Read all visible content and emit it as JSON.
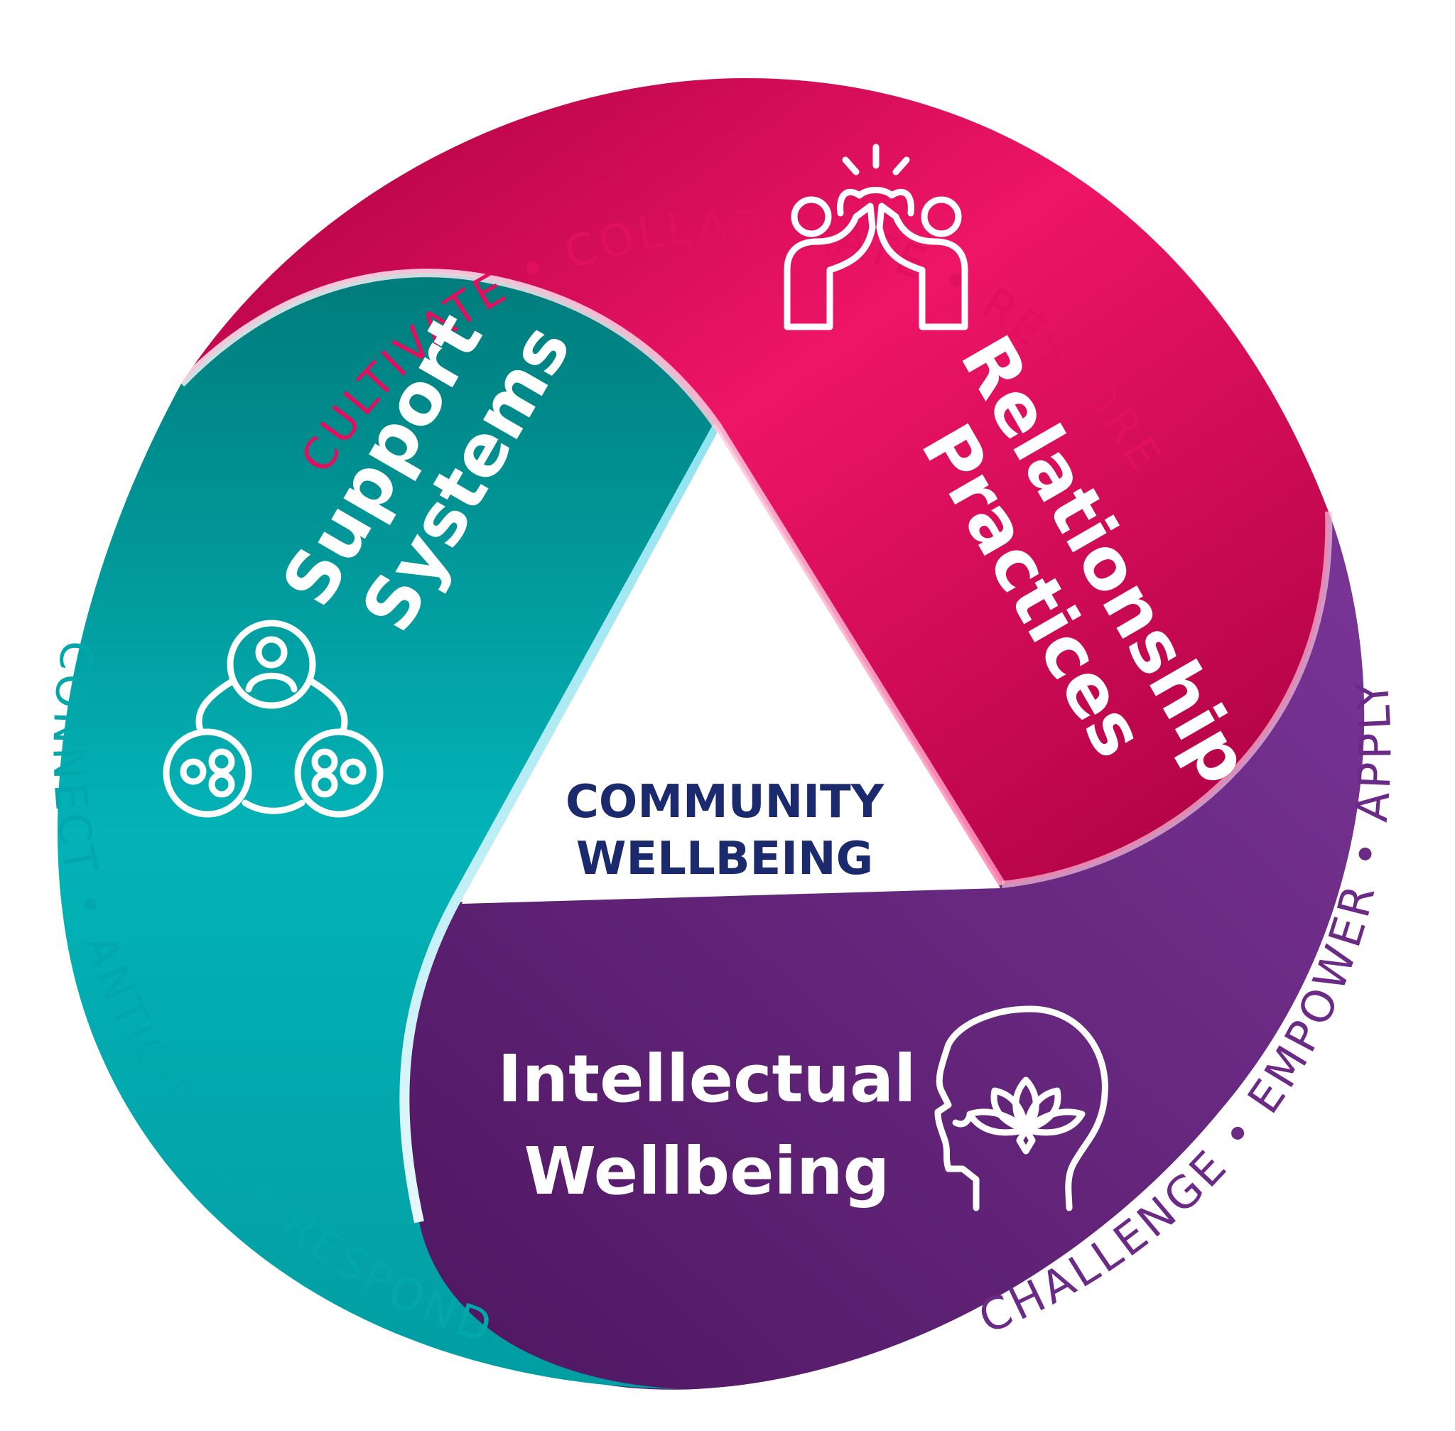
{
  "colors": {
    "pink": "#e0105e",
    "teal": "#02a7ab",
    "purple": "#6a2a86",
    "navy": "#1a2a6c"
  },
  "outer_words": {
    "top": "CULTIVATE • COLLABORATE • RESTORE",
    "right": "CHALLENGE • EMPOWER • APPLY",
    "left": "CONNECT • ANTICIPATE • RESPOND"
  },
  "segments": {
    "relationship": {
      "line1": "Relationship",
      "line2": "Practices",
      "icon": "high-five-people-icon"
    },
    "support": {
      "line1": "Support",
      "line2": "Systems",
      "icon": "connected-people-network-icon"
    },
    "intellectual": {
      "line1": "Intellectual",
      "line2": "Wellbeing",
      "icon": "head-lotus-icon"
    }
  },
  "center": {
    "line1": "COMMUNITY",
    "line2": "WELLBEING"
  }
}
